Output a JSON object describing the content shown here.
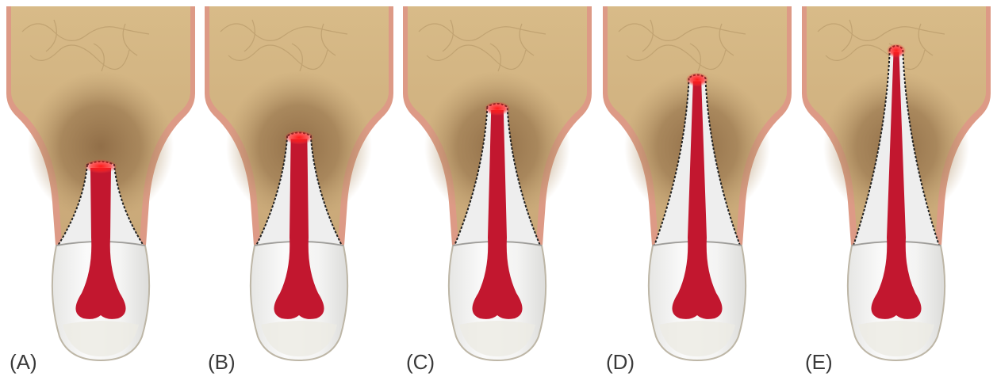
{
  "figure": {
    "panels": [
      {
        "label": "(A)",
        "root_development_stage": 1
      },
      {
        "label": "(B)",
        "root_development_stage": 2
      },
      {
        "label": "(C)",
        "root_development_stage": 3
      },
      {
        "label": "(D)",
        "root_development_stage": 4
      },
      {
        "label": "(E)",
        "root_development_stage": 5
      }
    ],
    "colors": {
      "bone": "#d3b685",
      "bone_dark": "#9c7a51",
      "gingiva": "#dd9a86",
      "pulp": "#c2172f",
      "apex_glow": "#ff1a1a",
      "tooth": "#f0f0ef",
      "enamel_edge": "#bdb6a6",
      "background": "#ffffff"
    }
  }
}
